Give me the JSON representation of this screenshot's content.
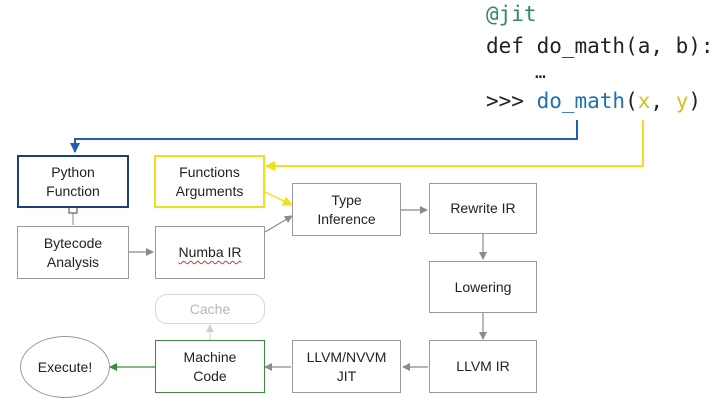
{
  "code": {
    "decorator": "@jit",
    "def_line": "def do_math(a, b):",
    "ellipsis": "…",
    "call_prompt": ">>> ",
    "call_func": "do_math",
    "call_open": "(",
    "call_x": "x",
    "call_comma": ", ",
    "call_y": "y",
    "call_close": ")"
  },
  "boxes": {
    "python_function": "Python\nFunction",
    "functions_arguments": "Functions\nArguments",
    "bytecode_analysis": "Bytecode\nAnalysis",
    "numba_ir": "Numba IR",
    "type_inference": "Type\nInference",
    "rewrite_ir": "Rewrite IR",
    "lowering": "Lowering",
    "llvm_ir": "LLVM IR",
    "llvm_nvvm_jit": "LLVM/NVVM\nJIT",
    "machine_code": "Machine\nCode",
    "cache": "Cache",
    "execute": "Execute!"
  },
  "colors": {
    "decorator": "#2e8b57",
    "func_name": "#1f6fb5",
    "args": "#d4c21a",
    "python_function_border": "#1a3f7a",
    "arguments_border": "#f0e01a",
    "machine_code_border": "#3d8a3d",
    "cache_border": "#d8d8d8",
    "default_border": "#9a9a9a",
    "arrow_gray": "#8a8a8a",
    "arrow_blue": "#1f5fb0",
    "arrow_yellow": "#f0e01a",
    "arrow_green": "#3d8a3d"
  }
}
